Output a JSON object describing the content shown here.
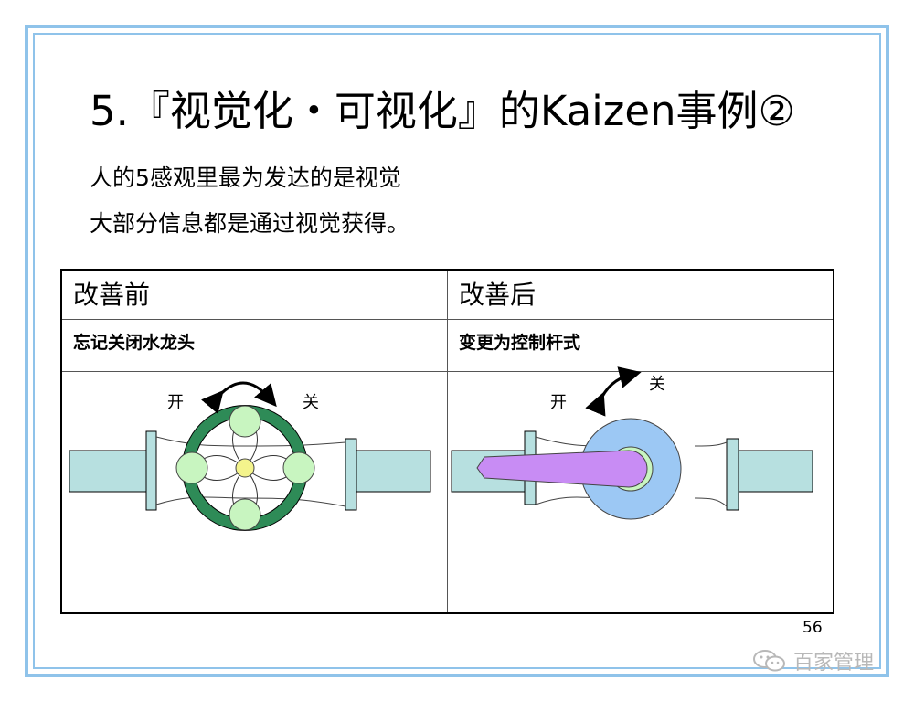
{
  "slide": {
    "title": "5.『视觉化・可视化』的Kaizen事例②",
    "intro": [
      "人的5感观里最为发达的是视觉",
      "大部分信息都是通过视觉获得。"
    ],
    "page_number": "56"
  },
  "comparison": {
    "before": {
      "header": "改善前",
      "subtitle": "忘记关闭水龙头",
      "open_label": "开",
      "close_label": "关"
    },
    "after": {
      "header": "改善后",
      "subtitle": "变更为控制杆式",
      "open_label": "开",
      "close_label": "关"
    }
  },
  "colors": {
    "frame": "#8fc3ea",
    "pipe": "#b7e0e0",
    "wheel_ring": "#2e8b57",
    "wheel_knob": "#c8f5c0",
    "hub": "#f4f48c",
    "lever_disc": "#9cc8f4",
    "lever": "#c88cf4"
  },
  "watermark": {
    "text": "百家管理",
    "icon": "wechat-icon"
  }
}
